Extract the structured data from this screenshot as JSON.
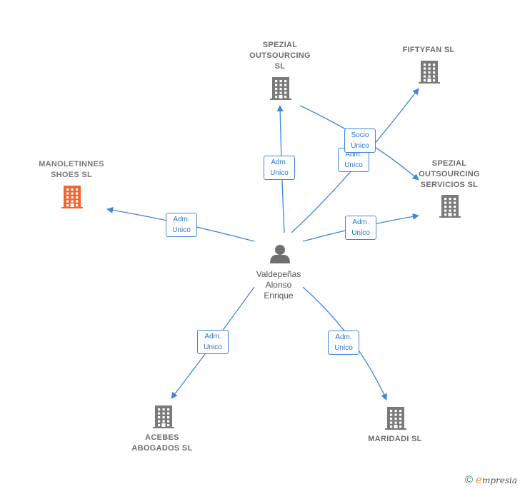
{
  "colors": {
    "edge": "#3f86d6",
    "building_default": "#7a7a7a",
    "building_focus": "#f26430",
    "person": "#6f6f6f"
  },
  "center": {
    "id": "person",
    "label": "Valdepeñas\nAlonso\nEnrique",
    "icon": "person-icon"
  },
  "nodes": [
    {
      "id": "spezial-outsourcing",
      "label": "SPEZIAL\nOUTSOURCING\nSL",
      "icon": "building-icon",
      "focus": false
    },
    {
      "id": "fiftyfan",
      "label": "FIFTYFAN SL",
      "icon": "building-icon",
      "focus": false
    },
    {
      "id": "manoletinnes",
      "label": "MANOLETINNES\nSHOES SL",
      "icon": "building-icon",
      "focus": true
    },
    {
      "id": "spezial-servicios",
      "label": "SPEZIAL\nOUTSOURCING\nSERVICIOS SL",
      "icon": "building-icon",
      "focus": false
    },
    {
      "id": "acebes",
      "label": "ACEBES\nABOGADOS SL",
      "icon": "building-icon",
      "focus": false
    },
    {
      "id": "maridadi",
      "label": "MARIDADI SL",
      "icon": "building-icon",
      "focus": false
    }
  ],
  "edges": [
    {
      "from": "person",
      "to": "spezial-outsourcing",
      "label": "Adm.\nUnico"
    },
    {
      "from": "person",
      "to": "fiftyfan",
      "label": "Adm.\nUnico"
    },
    {
      "from": "spezial-outsourcing",
      "to": "spezial-servicios",
      "label": "Socio\nÚnico"
    },
    {
      "from": "person",
      "to": "manoletinnes",
      "label": "Adm.\nUnico"
    },
    {
      "from": "person",
      "to": "spezial-servicios",
      "label": "Adm.\nUnico"
    },
    {
      "from": "person",
      "to": "acebes",
      "label": "Adm.\nUnico"
    },
    {
      "from": "person",
      "to": "maridadi",
      "label": "Adm.\nUnico"
    }
  ],
  "footer": {
    "copyright_symbol": "©",
    "brand_initial": "e",
    "brand_rest": "mpresia"
  }
}
